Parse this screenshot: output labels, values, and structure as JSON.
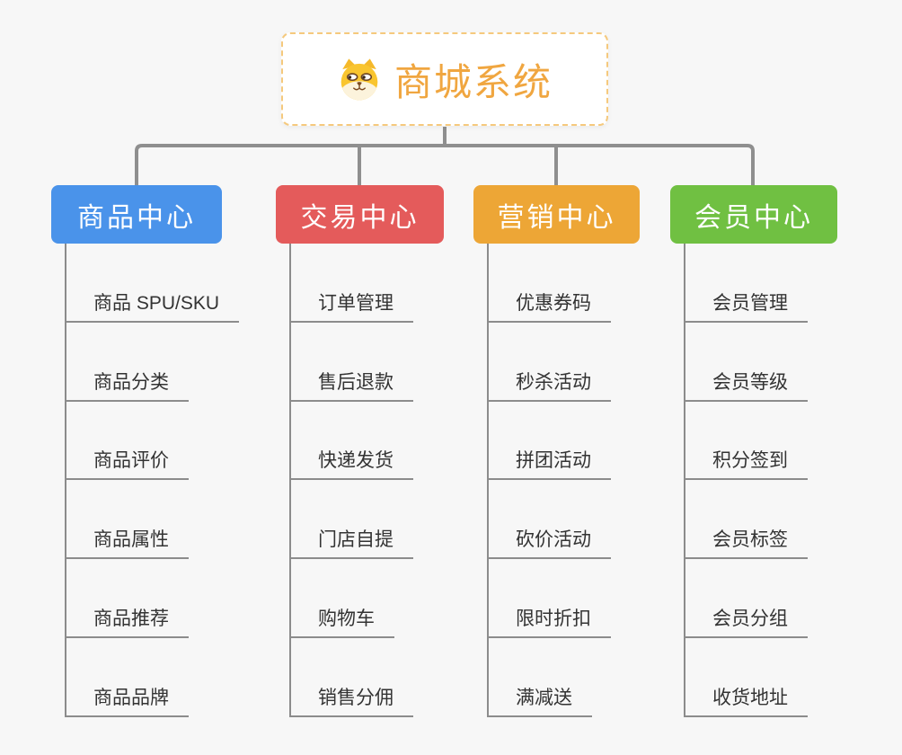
{
  "canvas": {
    "background": "#F7F7F7"
  },
  "root": {
    "title": "商城系统",
    "icon": "shiba-dog-icon",
    "title_color": "#F0A640",
    "border_color": "#F5C97D"
  },
  "connector_color": "#8F8F8F",
  "child_line_color": "#8C8C8C",
  "branches": [
    {
      "label": "商品中心",
      "color": "#4A93EA",
      "items": [
        "商品 SPU/SKU",
        "商品分类",
        "商品评价",
        "商品属性",
        "商品推荐",
        "商品品牌"
      ]
    },
    {
      "label": "交易中心",
      "color": "#E45B5B",
      "items": [
        "订单管理",
        "售后退款",
        "快递发货",
        "门店自提",
        "购物车",
        "销售分佣"
      ]
    },
    {
      "label": "营销中心",
      "color": "#EDA636",
      "items": [
        "优惠券码",
        "秒杀活动",
        "拼团活动",
        "砍价活动",
        "限时折扣",
        "满减送"
      ]
    },
    {
      "label": "会员中心",
      "color": "#70C042",
      "items": [
        "会员管理",
        "会员等级",
        "积分签到",
        "会员标签",
        "会员分组",
        "收货地址"
      ]
    }
  ]
}
